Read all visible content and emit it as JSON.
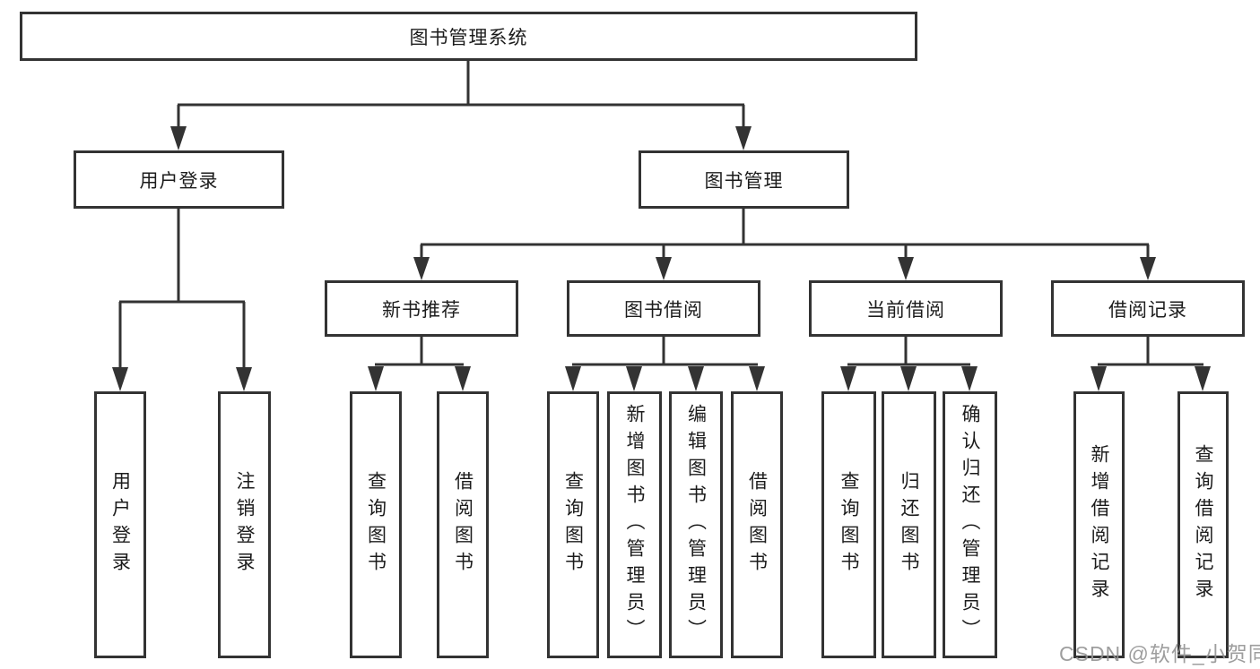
{
  "diagram": {
    "root": {
      "label": "图书管理系统"
    },
    "level2": [
      {
        "id": "user-login",
        "label": "用户登录"
      },
      {
        "id": "book-management",
        "label": "图书管理"
      }
    ],
    "level3": [
      {
        "id": "new-book-recommend",
        "parent": "book-management",
        "label": "新书推荐"
      },
      {
        "id": "book-borrow",
        "parent": "book-management",
        "label": "图书借阅"
      },
      {
        "id": "current-borrow",
        "parent": "book-management",
        "label": "当前借阅"
      },
      {
        "id": "borrow-records",
        "parent": "book-management",
        "label": "借阅记录"
      }
    ],
    "leaves": [
      {
        "parent": "user-login",
        "label": "用户登录"
      },
      {
        "parent": "user-login",
        "label": "注销登录"
      },
      {
        "parent": "new-book-recommend",
        "label": "查询图书"
      },
      {
        "parent": "new-book-recommend",
        "label": "借阅图书"
      },
      {
        "parent": "book-borrow",
        "label": "查询图书"
      },
      {
        "parent": "book-borrow",
        "label": "新增图书（管理员）"
      },
      {
        "parent": "book-borrow",
        "label": "编辑图书（管理员）"
      },
      {
        "parent": "book-borrow",
        "label": "借阅图书"
      },
      {
        "parent": "current-borrow",
        "label": "查询图书"
      },
      {
        "parent": "current-borrow",
        "label": "归还图书"
      },
      {
        "parent": "current-borrow",
        "label": "确认归还（管理员）"
      },
      {
        "parent": "borrow-records",
        "label": "新增借阅记录"
      },
      {
        "parent": "borrow-records",
        "label": "查询借阅记录"
      }
    ]
  },
  "watermark": "CSDN @软件_小贺同学",
  "colors": {
    "line": "#333333",
    "box_border": "#333333",
    "text": "#1c1c1c",
    "watermark": "#949494",
    "background": "#ffffff"
  }
}
